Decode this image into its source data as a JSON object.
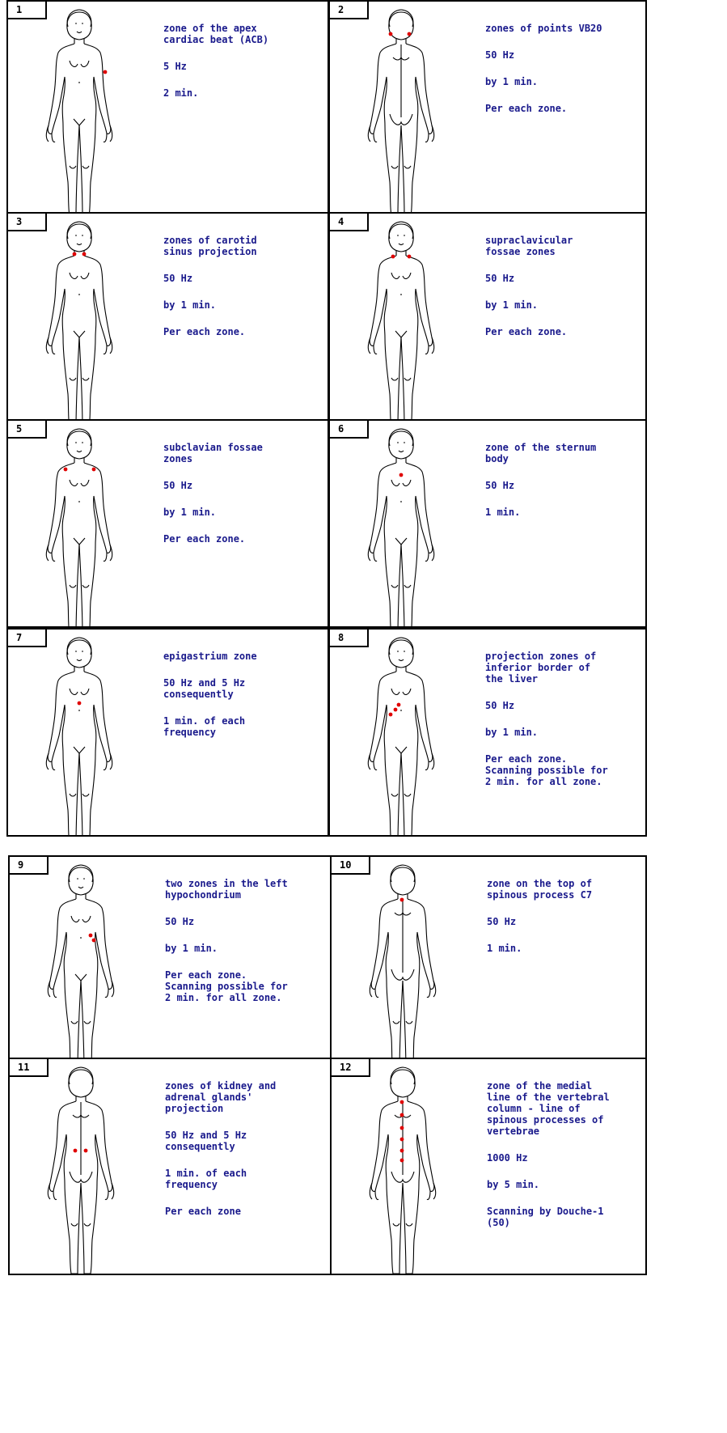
{
  "panels": [
    {
      "number": "1",
      "view": "front",
      "lines": [
        "zone of the apex\ncardiac beat (ACB)",
        "5 Hz",
        "2 min."
      ],
      "markers": [
        [
          82,
          84
        ]
      ]
    },
    {
      "number": "2",
      "view": "back",
      "lines": [
        "zones of points VB20",
        "50 Hz",
        "by 1 min.",
        "Per each zone."
      ],
      "markers": [
        [
          37,
          37
        ],
        [
          60,
          37
        ]
      ]
    },
    {
      "number": "3",
      "view": "front",
      "lines": [
        "zones of carotid\nsinus projection",
        "50 Hz",
        "by 1 min.",
        "Per each zone."
      ],
      "markers": [
        [
          44,
          47
        ],
        [
          56,
          47
        ]
      ]
    },
    {
      "number": "4",
      "view": "front",
      "lines": [
        "supraclavicular\nfossae zones",
        "50 Hz",
        "by 1 min.",
        "Per each zone."
      ],
      "markers": [
        [
          40,
          50
        ],
        [
          60,
          50
        ]
      ]
    },
    {
      "number": "5",
      "view": "front",
      "lines": [
        "subclavian fossae\nzones",
        "50 Hz",
        "by 1 min.",
        "Per each zone."
      ],
      "markers": [
        [
          33,
          57
        ],
        [
          68,
          57
        ]
      ]
    },
    {
      "number": "6",
      "view": "front",
      "lines": [
        "zone of the sternum\nbody",
        "50 Hz",
        "1 min."
      ],
      "markers": [
        [
          50,
          64
        ]
      ]
    },
    {
      "number": "7",
      "view": "front",
      "lines": [
        "epigastrium zone",
        "50 Hz and 5 Hz\nconsequently",
        "1 min. of each\nfrequency"
      ],
      "markers": [
        [
          50,
          88
        ]
      ]
    },
    {
      "number": "8",
      "view": "front",
      "lines": [
        "projection zones of\ninferior border of\nthe liver",
        "50 Hz",
        "by 1 min.",
        "Per each zone.\nScanning possible for\n2 min. for all zone."
      ],
      "markers": [
        [
          37,
          102
        ],
        [
          43,
          96
        ],
        [
          47,
          90
        ]
      ]
    },
    {
      "number": "9",
      "view": "front",
      "lines": [
        "two zones in the left\nhypochondrium",
        "50 Hz",
        "by 1 min.",
        "Per each zone.\nScanning possible for\n2 min. for all zone."
      ],
      "markers": [
        [
          62,
          94
        ],
        [
          66,
          100
        ]
      ]
    },
    {
      "number": "10",
      "view": "back",
      "lines": [
        "zone on the top of\nspinous process C7",
        "50 Hz",
        "1 min."
      ],
      "markers": [
        [
          49,
          50
        ]
      ]
    },
    {
      "number": "11",
      "view": "back",
      "lines": [
        "zones of kidney and\nadrenal glands'\nprojection",
        "50 Hz and 5 Hz\nconsequently",
        "1 min. of each\nfrequency",
        "Per each zone"
      ],
      "markers": [
        [
          43,
          110
        ],
        [
          56,
          110
        ]
      ]
    },
    {
      "number": "12",
      "view": "back",
      "lines": [
        "zone of the medial\nline of the vertebral\ncolumn - line of\nspinous processes of\nvertebrae",
        "1000 Hz",
        "by 5 min.",
        "Scanning  by Douche-1\n(50)"
      ],
      "markers": [
        [
          49,
          50
        ],
        [
          49,
          66
        ],
        [
          49,
          82
        ],
        [
          49,
          96
        ],
        [
          49,
          110
        ],
        [
          49,
          122
        ]
      ]
    }
  ],
  "colors": {
    "text": "#1a1a8c",
    "marker": "#e00000",
    "outline": "#000000"
  }
}
